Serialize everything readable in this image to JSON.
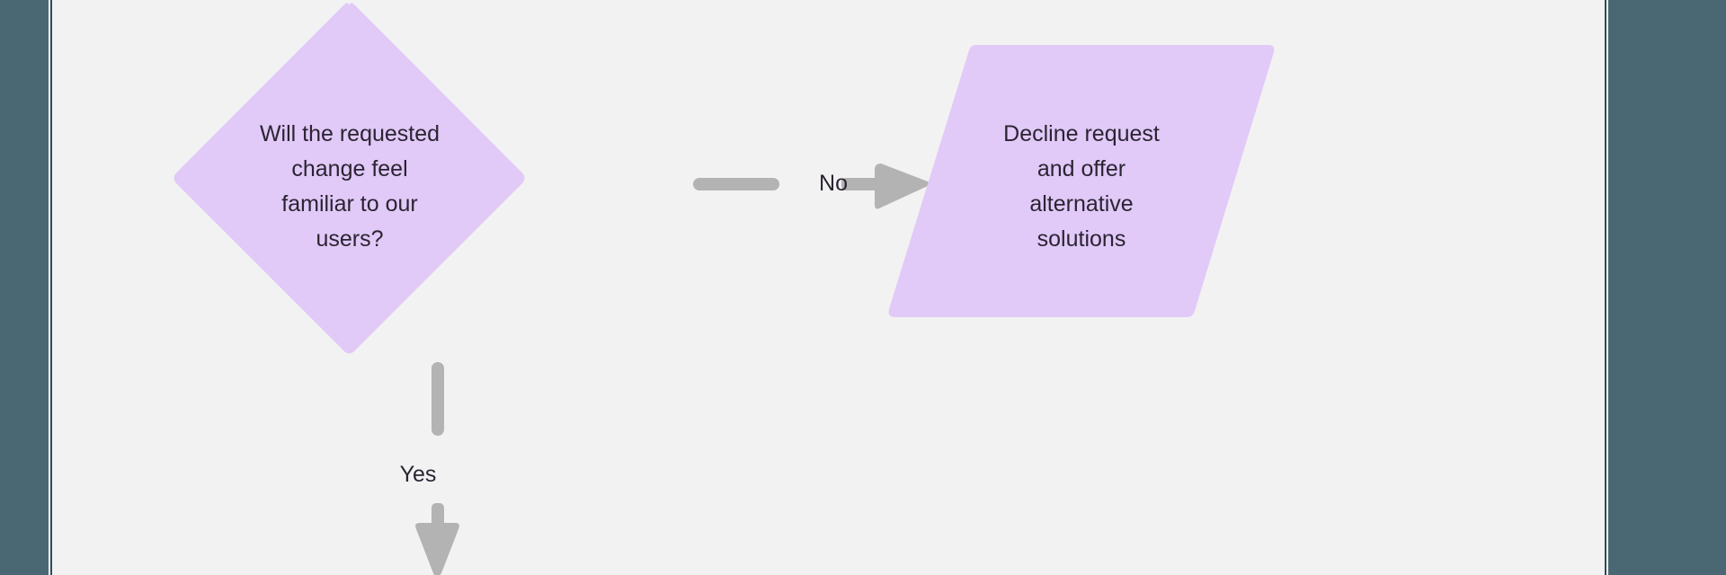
{
  "canvas": {
    "background_color": "#f2f2f2",
    "chrome_color": "#4a6873",
    "chrome_rule_color": "#2f4a54"
  },
  "theme": {
    "node_fill": "#e1c9f8",
    "node_text_color": "#2b2432",
    "edge_color": "#b3b3b3",
    "edge_label_color": "#2b2432"
  },
  "diagram": {
    "type": "flowchart",
    "nodes": [
      {
        "id": "decision-familiar",
        "shape": "diamond",
        "fill": "#e1c9f8",
        "lines": [
          "Will the requested",
          "change feel",
          "familiar to our",
          "users?"
        ]
      },
      {
        "id": "decline-request",
        "shape": "parallelogram",
        "fill": "#e1c9f8",
        "lines": [
          "Decline request",
          "and offer",
          "alternative",
          "solutions"
        ]
      }
    ],
    "edges": [
      {
        "id": "edge-no",
        "from": "decision-familiar",
        "to": "decline-request",
        "label": "No",
        "direction": "right",
        "color": "#b3b3b3"
      },
      {
        "id": "edge-yes",
        "from": "decision-familiar",
        "to": "",
        "label": "Yes",
        "direction": "down",
        "color": "#b3b3b3"
      }
    ]
  }
}
